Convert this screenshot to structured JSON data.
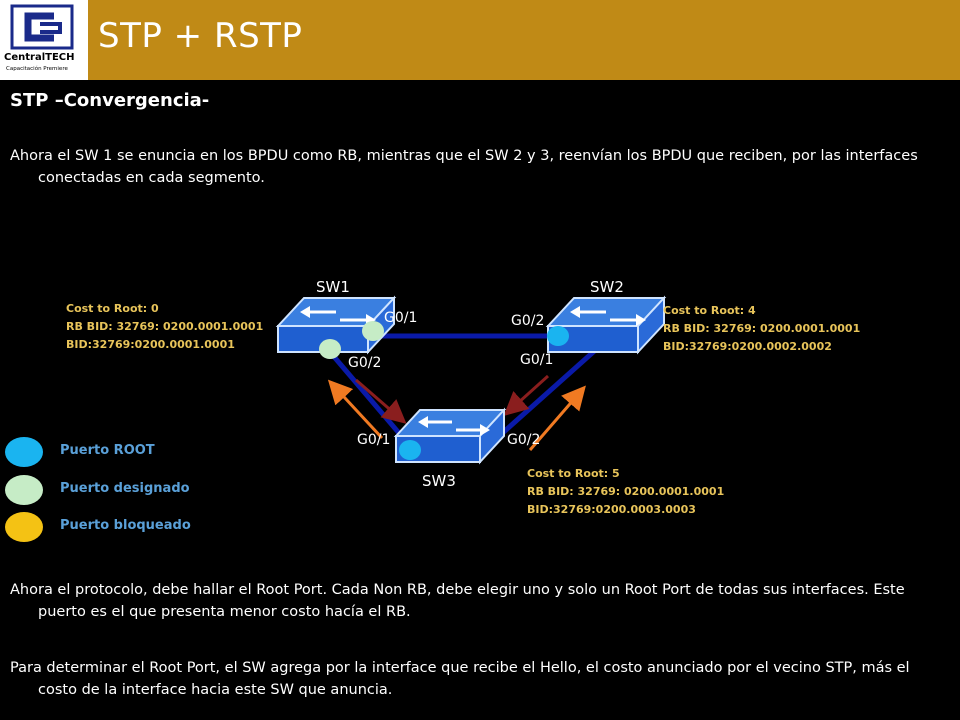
{
  "header": {
    "title": "STP + RSTP",
    "logo_name": "CentralTECH",
    "logo_tagline": "Capacitación Premiere",
    "bar_color": "#c08a16"
  },
  "subtitle": "STP –Convergencia-",
  "paragraphs": {
    "p1": "Ahora el SW 1 se enuncia en los BPDU como RB, mientras que el SW 2 y 3,  reenvían los BPDU que reciben, por las interfaces conectadas en cada segmento.",
    "p2": "Ahora el protocolo, debe hallar el Root Port. Cada Non RB, debe elegir uno y solo un Root Port de todas sus interfaces. Este puerto es el que presenta menor costo hacía el RB.",
    "p3": "Para determinar el Root Port, el SW agrega por la interface que recibe el Hello, el costo anunciado por el vecino STP, más el costo de la interface hacia este SW que anuncia."
  },
  "switches": {
    "sw1": {
      "label": "SW1",
      "cost": "Cost to Root: 0",
      "rb_bid": "RB BID: 32769: 0200.0001.0001",
      "bid": "BID:32769:0200.0001.0001"
    },
    "sw2": {
      "label": "SW2",
      "cost": "Cost to Root: 4",
      "rb_bid": "RB BID: 32769: 0200.0001.0001",
      "bid": "BID:32769:0200.0002.0002"
    },
    "sw3": {
      "label": "SW3",
      "cost": "Cost to Root: 5",
      "rb_bid": "RB BID: 32769: 0200.0001.0001",
      "bid": "BID:32769:0200.0003.0003"
    }
  },
  "ports": {
    "sw1_g01": "G0/1",
    "sw1_g02": "G0/2",
    "sw2_g02": "G0/2",
    "sw2_g01": "G0/1",
    "sw3_g01": "G0/1",
    "sw3_g02": "G0/2"
  },
  "legend": {
    "root": {
      "label": "Puerto ROOT",
      "color": "#1ab4f0"
    },
    "designated": {
      "label": "Puerto designado",
      "color": "#c6ecc6"
    },
    "blocked": {
      "label": "Puerto bloqueado",
      "color": "#f4c214"
    }
  },
  "colors": {
    "link": "#0a1aa8",
    "bpdu_arrow": "#f07a22",
    "return_arrow": "#8a1e1e",
    "info_text": "#e8c45a",
    "legend_text": "#5aa0d8"
  },
  "icons": {
    "switch": "switch-icon",
    "logo": "centraltech-logo"
  }
}
